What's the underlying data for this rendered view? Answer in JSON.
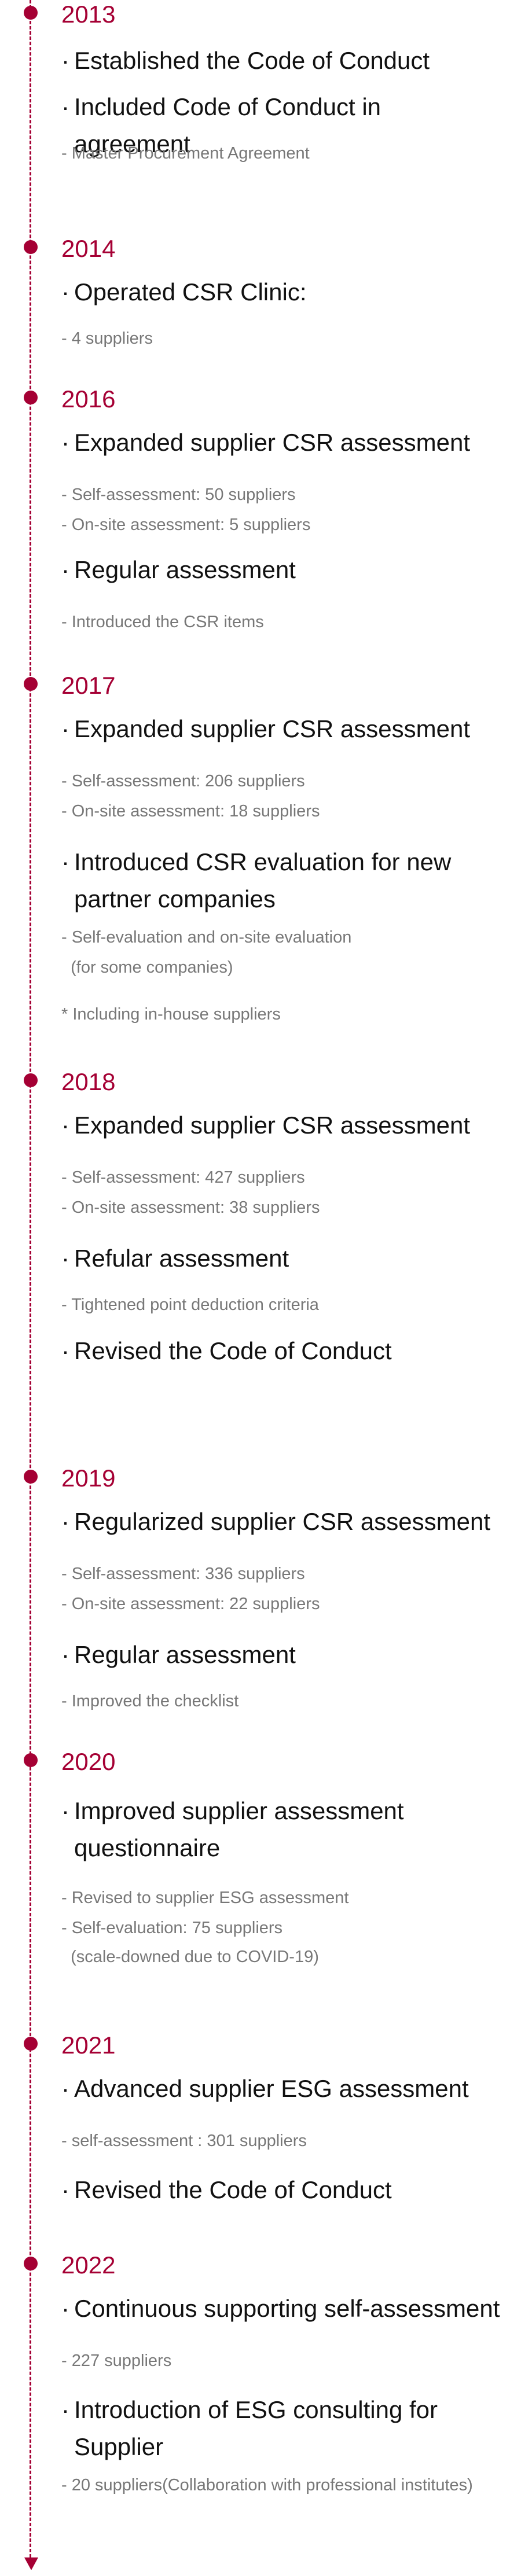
{
  "colors": {
    "accent": "#a50034",
    "heading": "#111111",
    "detail": "#777777"
  },
  "timeline": [
    {
      "year": "2013",
      "items": [
        {
          "heading": [
            "Established the Code of Conduct"
          ],
          "details": []
        },
        {
          "heading": [
            "Included Code of Conduct in",
            "agreement"
          ],
          "details": [
            "- Master Procurement Agreement"
          ]
        }
      ]
    },
    {
      "year": "2014",
      "items": [
        {
          "heading": [
            "Operated CSR Clinic:"
          ],
          "details": [
            "- 4 suppliers"
          ]
        }
      ]
    },
    {
      "year": "2016",
      "items": [
        {
          "heading": [
            "Expanded supplier CSR assessment"
          ],
          "details": [
            "- Self-assessment: 50 suppliers",
            "- On-site assessment: 5 suppliers"
          ]
        },
        {
          "heading": [
            "Regular assessment"
          ],
          "details": [
            "- Introduced the CSR items"
          ]
        }
      ]
    },
    {
      "year": "2017",
      "items": [
        {
          "heading": [
            "Expanded supplier CSR assessment"
          ],
          "details": [
            "- Self-assessment: 206 suppliers",
            "- On-site assessment: 18 suppliers"
          ]
        },
        {
          "heading": [
            "Introduced CSR evaluation for new",
            "partner companies"
          ],
          "details": [
            "- Self-evaluation and on-site evaluation",
            "  (for some companies)",
            "* Including in-house suppliers"
          ]
        }
      ]
    },
    {
      "year": "2018",
      "items": [
        {
          "heading": [
            "Expanded supplier CSR assessment"
          ],
          "details": [
            "- Self-assessment: 427 suppliers",
            "- On-site assessment: 38 suppliers"
          ]
        },
        {
          "heading": [
            "Refular assessment"
          ],
          "details": [
            "- Tightened point deduction criteria"
          ]
        },
        {
          "heading": [
            "Revised the Code of Conduct"
          ],
          "details": []
        }
      ]
    },
    {
      "year": "2019",
      "items": [
        {
          "heading": [
            "Regularized supplier CSR assessment"
          ],
          "details": [
            "- Self-assessment: 336 suppliers",
            "- On-site assessment: 22 suppliers"
          ]
        },
        {
          "heading": [
            "Regular assessment"
          ],
          "details": [
            "- Improved the checklist"
          ]
        }
      ]
    },
    {
      "year": "2020",
      "items": [
        {
          "heading": [
            "Improved supplier assessment",
            "questionnaire"
          ],
          "details": [
            "- Revised to supplier ESG assessment",
            "- Self-evaluation: 75 suppliers",
            "  (scale-downed due to COVID-19)"
          ]
        }
      ]
    },
    {
      "year": "2021",
      "items": [
        {
          "heading": [
            "Advanced supplier ESG assessment"
          ],
          "details": [
            "- self-assessment : 301 suppliers"
          ]
        },
        {
          "heading": [
            "Revised the Code of Conduct"
          ],
          "details": []
        }
      ]
    },
    {
      "year": "2022",
      "items": [
        {
          "heading": [
            "Continuous supporting self-assessment"
          ],
          "details": [
            "- 227 suppliers"
          ]
        },
        {
          "heading": [
            "Introduction of ESG consulting for",
            "Supplier"
          ],
          "details": [
            "- 20 suppliers(Collaboration with professional institutes)"
          ]
        }
      ]
    }
  ]
}
